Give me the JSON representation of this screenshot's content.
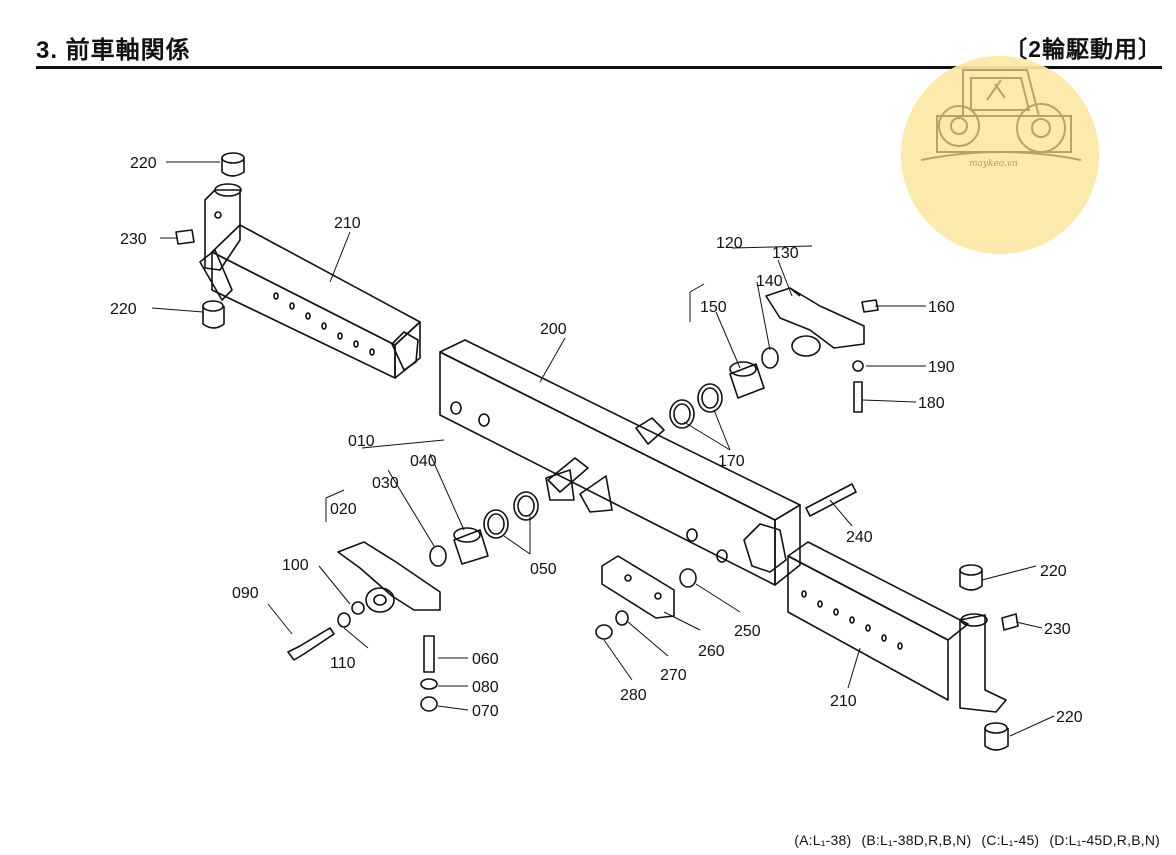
{
  "header": {
    "title": "3. 前車軸関係",
    "subtitle": "〔2輪駆動用〕"
  },
  "watermark": {
    "text": "maykeo.vn"
  },
  "footnote": {
    "items": [
      "(A:L₁-38)",
      "(B:L₁-38D,R,B,N)",
      "(C:L₁-45)",
      "(D:L₁-45D,R,B,N)"
    ]
  },
  "part_labels": [
    {
      "code": "220"
    },
    {
      "code": "230"
    },
    {
      "code": "210"
    },
    {
      "code": "220"
    },
    {
      "code": "200"
    },
    {
      "code": "120"
    },
    {
      "code": "130"
    },
    {
      "code": "140"
    },
    {
      "code": "150"
    },
    {
      "code": "160"
    },
    {
      "code": "190"
    },
    {
      "code": "180"
    },
    {
      "code": "170"
    },
    {
      "code": "010"
    },
    {
      "code": "030"
    },
    {
      "code": "040"
    },
    {
      "code": "020"
    },
    {
      "code": "050"
    },
    {
      "code": "100"
    },
    {
      "code": "090"
    },
    {
      "code": "110"
    },
    {
      "code": "060"
    },
    {
      "code": "080"
    },
    {
      "code": "070"
    },
    {
      "code": "240"
    },
    {
      "code": "250"
    },
    {
      "code": "260"
    },
    {
      "code": "270"
    },
    {
      "code": "280"
    },
    {
      "code": "210"
    },
    {
      "code": "220"
    },
    {
      "code": "230"
    },
    {
      "code": "220"
    }
  ]
}
